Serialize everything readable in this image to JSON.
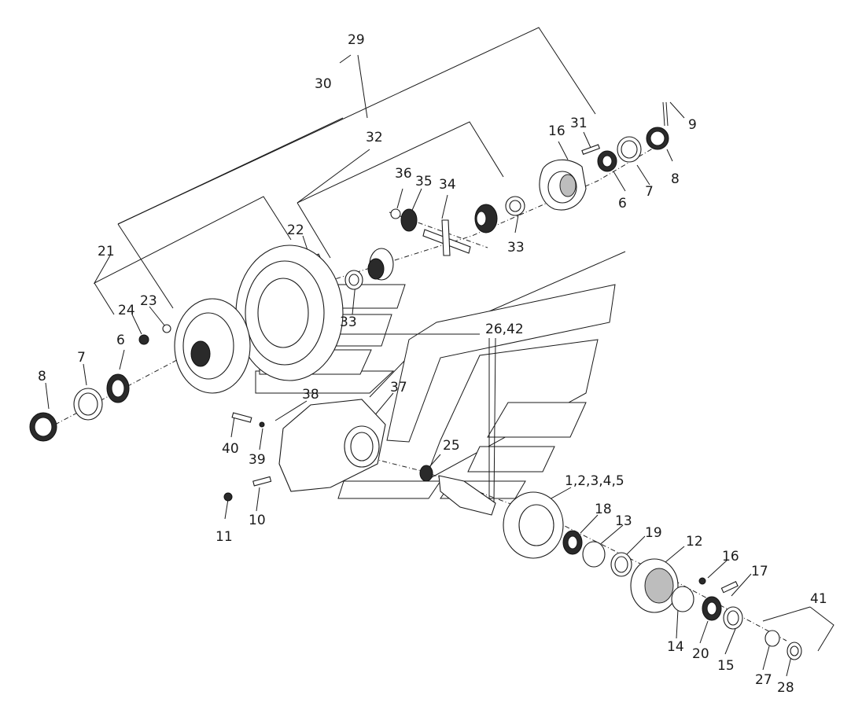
{
  "labels": {
    "l29": "29",
    "l30": "30",
    "l32": "32",
    "l31": "31",
    "l16a": "16",
    "l9": "9",
    "l8a": "8",
    "l7a": "7",
    "l6a": "6",
    "l36": "36",
    "l35": "35",
    "l34": "34",
    "l33a": "33",
    "l22": "22",
    "l21": "21",
    "l23": "23",
    "l24": "24",
    "l6b": "6",
    "l7b": "7",
    "l8b": "8",
    "l33b": "33",
    "l2642": "26,42",
    "l38": "38",
    "l37": "37",
    "l40": "40",
    "l39": "39",
    "l25": "25",
    "l10": "10",
    "l11": "11",
    "l12345": "1,2,3,4,5",
    "l18": "18",
    "l13": "13",
    "l19": "19",
    "l12": "12",
    "l16b": "16",
    "l17": "17",
    "l41": "41",
    "l14": "14",
    "l20": "20",
    "l15": "15",
    "l27": "27",
    "l28": "28"
  }
}
